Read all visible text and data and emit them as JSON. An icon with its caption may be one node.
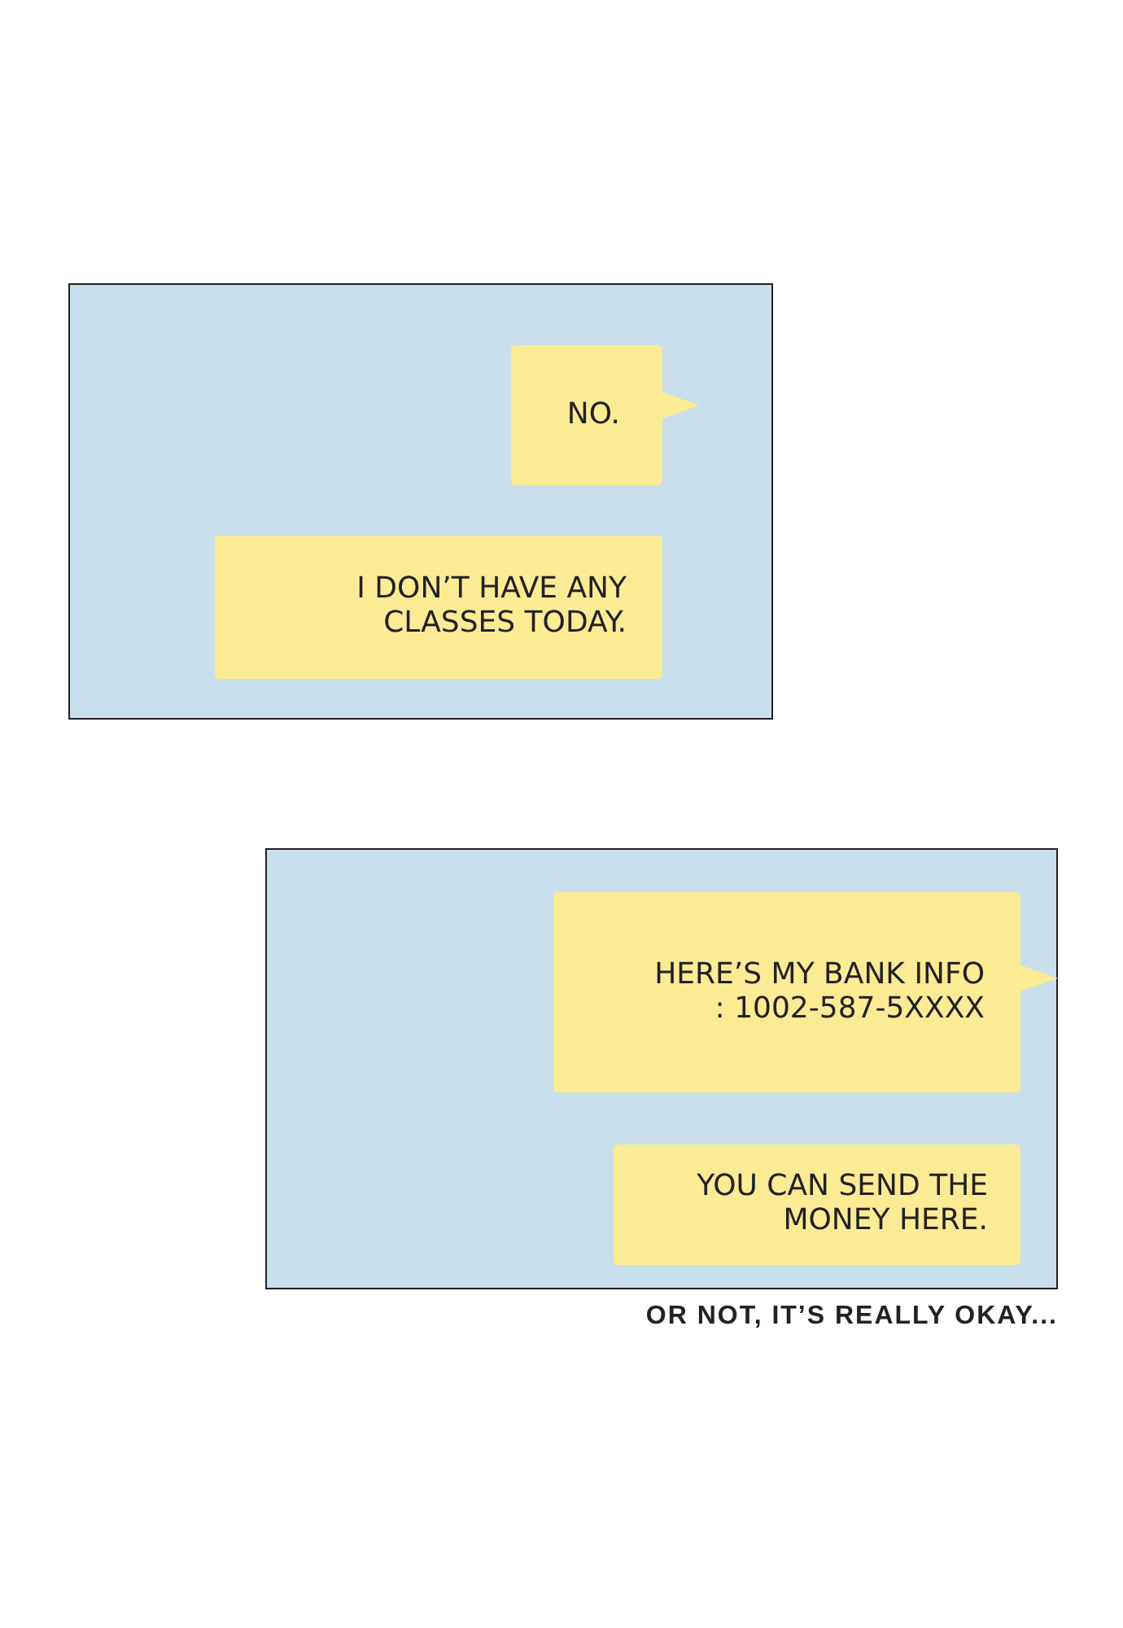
{
  "diagram": {
    "nodes": [
      {
        "text": [],
        "shape": "box"
      },
      {
        "text": [
          "NO."
        ],
        "in": 0
      },
      {
        "text": [
          "I DON’T HAVE ANY CLASSES TODAY."
        ],
        "in": 0
      },
      {
        "text": [],
        "shape": "box"
      },
      {
        "text": [
          "HERE’S MY BANK INFO : 1002-587-5XXXX"
        ],
        "in": 3
      },
      {
        "text": [
          "YOU CAN SEND THE MONEY HERE."
        ],
        "in": 3
      }
    ],
    "labels": [
      "OR NOT, IT’S REALLY OKAY..."
    ]
  }
}
